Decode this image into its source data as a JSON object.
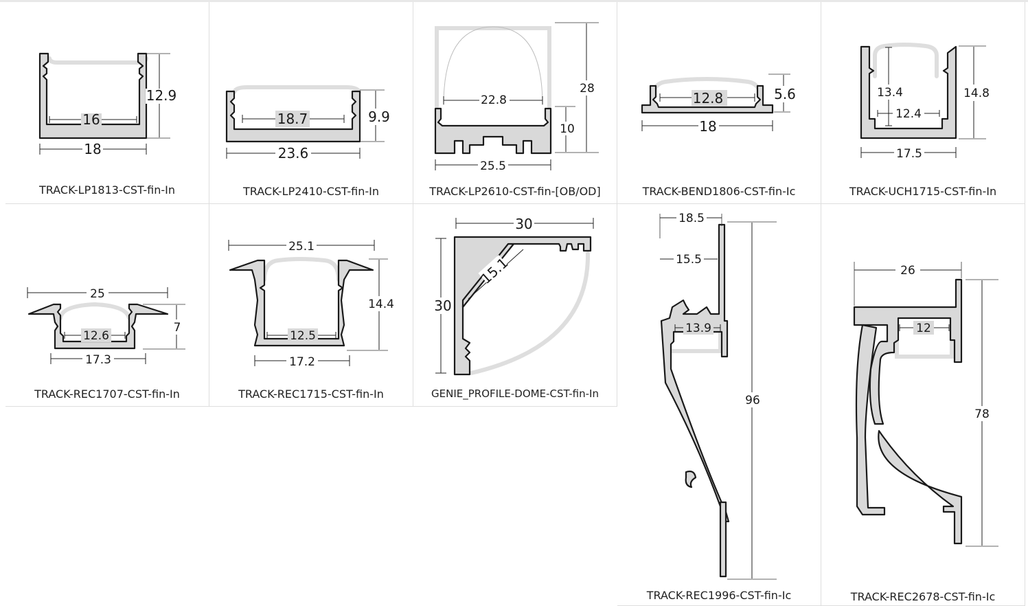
{
  "profiles": [
    {
      "caption": "TRACK-LP1813-CST-fin-In",
      "dims": [
        "12.9",
        "16",
        "18"
      ]
    },
    {
      "caption": "TRACK-LP2410-CST-fin-In",
      "dims": [
        "18.7",
        "9.9",
        "23.6"
      ]
    },
    {
      "caption": "TRACK-LP2610-CST-fin-[OB/OD]",
      "dims": [
        "28",
        "22.8",
        "10",
        "25.5"
      ]
    },
    {
      "caption": "TRACK-BEND1806-CST-fin-Ic",
      "dims": [
        "12.8",
        "5.6",
        "18"
      ]
    },
    {
      "caption": "TRACK-UCH1715-CST-fin-In",
      "dims": [
        "13.4",
        "14.8",
        "12.4",
        "17.5"
      ]
    },
    {
      "caption": "TRACK-REC1707-CST-fin-In",
      "dims": [
        "25",
        "7",
        "12.6",
        "17.3"
      ]
    },
    {
      "caption": "TRACK-REC1715-CST-fin-In",
      "dims": [
        "25.1",
        "14.4",
        "12.5",
        "17.2"
      ]
    },
    {
      "caption": "GENIE_PROFILE-DOME-CST-fin-In",
      "dims": [
        "30",
        "30",
        "15.1"
      ]
    },
    {
      "caption": "TRACK-REC1996-CST-fin-Ic",
      "dims": [
        "18.5",
        "15.5",
        "13.9",
        "96"
      ]
    },
    {
      "caption": "TRACK-REC2678-CST-fin-Ic",
      "dims": [
        "26",
        "12",
        "78"
      ]
    }
  ]
}
